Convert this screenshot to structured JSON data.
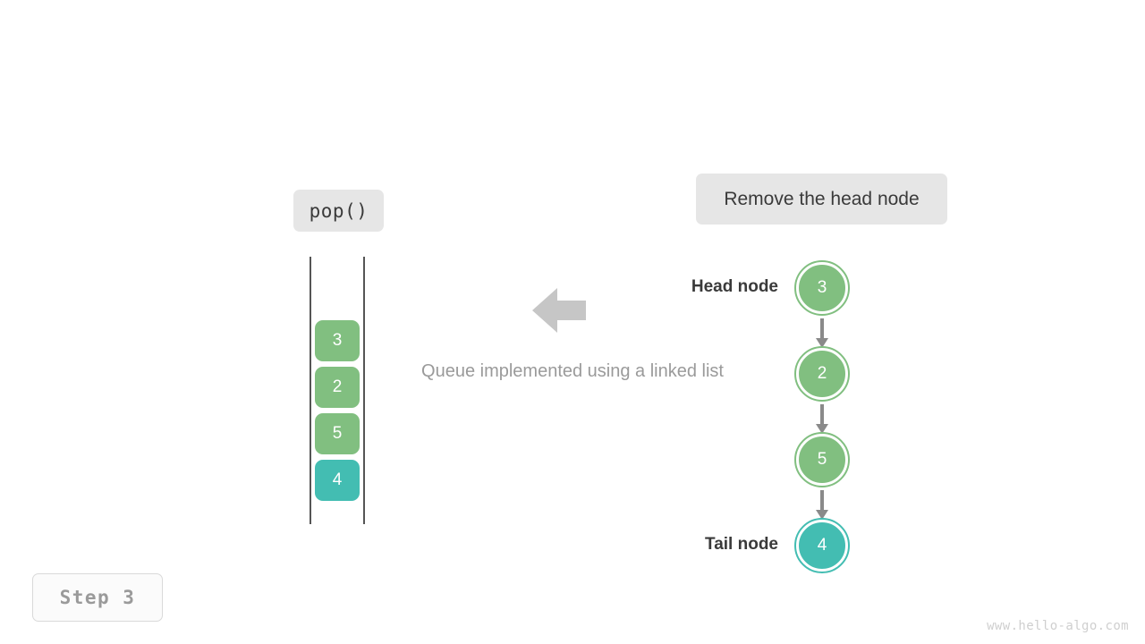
{
  "operation": {
    "label": "pop()"
  },
  "description": {
    "label": "Remove the head node"
  },
  "caption": {
    "text": "Queue implemented using a linked list"
  },
  "step_badge": {
    "label": "Step 3"
  },
  "watermark": {
    "text": "www.hello-algo.com"
  },
  "colors": {
    "green": "#81bf80",
    "teal": "#43bdb2",
    "label_bg": "#e6e6e6",
    "arrow_gray": "#8a8a8a",
    "transition_arrow": "#c6c6c6",
    "text_dark": "#3a3a3a",
    "text_muted": "#9a9a9a"
  },
  "queue": {
    "items": [
      {
        "value": "3",
        "color": "green"
      },
      {
        "value": "2",
        "color": "green"
      },
      {
        "value": "5",
        "color": "green"
      },
      {
        "value": "4",
        "color": "teal"
      }
    ]
  },
  "linked_list": {
    "head_tag": "Head node",
    "tail_tag": "Tail node",
    "nodes": [
      {
        "value": "3",
        "color": "green"
      },
      {
        "value": "2",
        "color": "green"
      },
      {
        "value": "5",
        "color": "green"
      },
      {
        "value": "4",
        "color": "teal"
      }
    ]
  },
  "icons": {
    "transition_arrow": "arrow-left-icon",
    "link_arrow": "arrow-down-icon"
  }
}
